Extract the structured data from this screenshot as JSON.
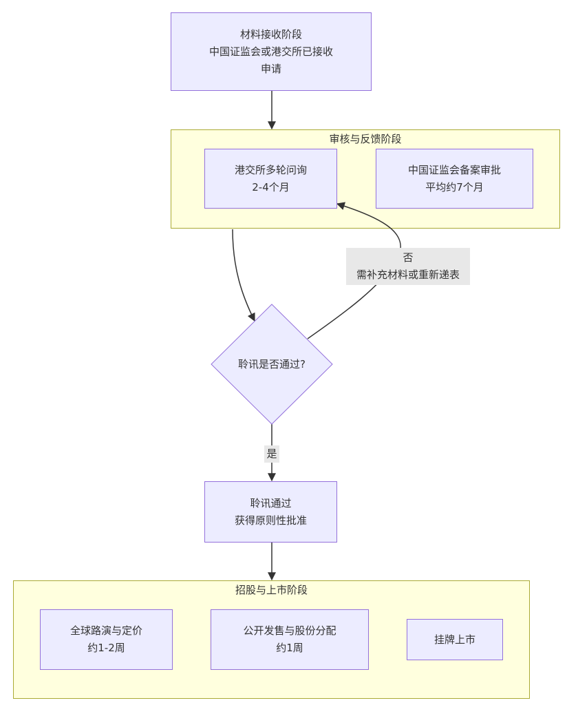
{
  "nodes": {
    "receive": {
      "line1": "材料接收阶段",
      "line2": "中国证监会或港交所已接收",
      "line3": "申请"
    },
    "hkex_inquiry": {
      "line1": "港交所多轮问询",
      "line2": "2-4个月"
    },
    "csrc_filing": {
      "line1": "中国证监会备案审批",
      "line2": "平均约7个月"
    },
    "decision": {
      "text": "聆讯是否通过?"
    },
    "approved": {
      "line1": "聆讯通过",
      "line2": "获得原则性批准"
    },
    "roadshow": {
      "line1": "全球路演与定价",
      "line2": "约1-2周"
    },
    "offering": {
      "line1": "公开发售与股份分配",
      "line2": "约1周"
    },
    "listing": {
      "line1": "挂牌上市"
    }
  },
  "clusters": {
    "review": {
      "title": "审核与反馈阶段"
    },
    "listing_phase": {
      "title": "招股与上市阶段"
    }
  },
  "edge_labels": {
    "no": {
      "line1": "否",
      "line2": "需补充材料或重新递表"
    },
    "yes": {
      "text": "是"
    }
  },
  "colors": {
    "node_fill": "#ECECFF",
    "node_stroke": "#9370DB",
    "cluster_fill": "#FFFFDE",
    "cluster_stroke": "#AAAA33",
    "edge": "#333333",
    "edge_label_bg": "#E8E8E8"
  }
}
